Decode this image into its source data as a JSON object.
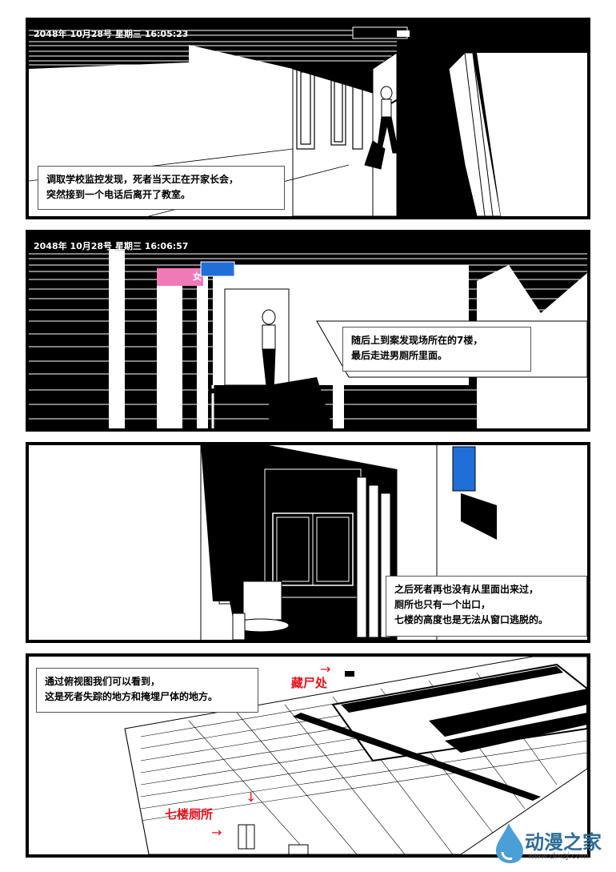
{
  "panels": [
    {
      "timestamp": "2048年 10月28号 星期三 16:05:23",
      "caption": [
        "调取学校监控发现，死者当天正在开家长会，",
        "突然接到一个电话后离开了教室。"
      ]
    },
    {
      "timestamp": "2048年 10月28号 星期三 16:06:57",
      "sign_female": "女",
      "caption": [
        "随后上到案发现场所在的7楼，",
        "最后走进男厕所里面。"
      ]
    },
    {
      "caption": [
        "之后死者再也没有从里面出来过，",
        "厕所也只有一个出口，",
        "七楼的高度也是无法从窗口逃脱的。"
      ]
    },
    {
      "caption": [
        "通过俯视图我们可以看到，",
        "这是死者失踪的地方和掩埋尸体的地方。"
      ],
      "label_hidden_body": "藏尸处",
      "label_toilet": "七楼厕所"
    }
  ],
  "watermark": {
    "text": "动漫之家",
    "url": "www.dmzj.com"
  },
  "colors": {
    "label_red": "#e3121b",
    "sign_pink": "#f07ab8",
    "sign_blue": "#1f6fd8",
    "watermark_blue": "#2d6d99"
  }
}
